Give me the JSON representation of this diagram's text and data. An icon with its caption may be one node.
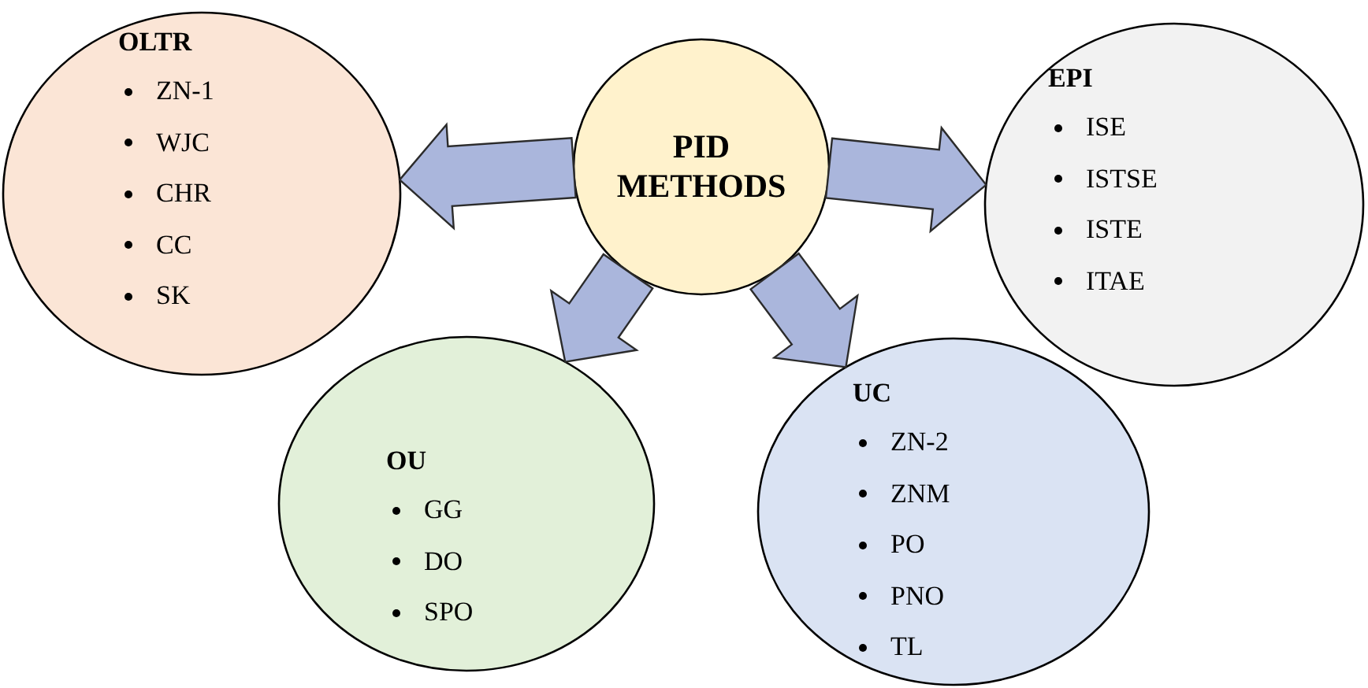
{
  "diagram": {
    "nodes": [
      {
        "text": [
          "PID METHODS"
        ]
      },
      {
        "text": [
          "OLTR",
          "ZN-1",
          "WJC",
          "CHR",
          "CC",
          "SK"
        ]
      },
      {
        "text": [
          "EPI",
          "ISE",
          "ISTSE",
          "ISTE",
          "ITAE"
        ]
      },
      {
        "text": [
          "OU",
          "GG",
          "DO",
          "SPO"
        ]
      },
      {
        "text": [
          "UC",
          "ZN-2",
          "ZNM",
          "PO",
          "PNO",
          "TL"
        ]
      }
    ],
    "edges": [
      {
        "from": 0,
        "to": 1,
        "arrow": "to"
      },
      {
        "from": 0,
        "to": 2,
        "arrow": "to"
      },
      {
        "from": 0,
        "to": 3,
        "arrow": "to"
      },
      {
        "from": 0,
        "to": 4,
        "arrow": "to"
      }
    ]
  }
}
